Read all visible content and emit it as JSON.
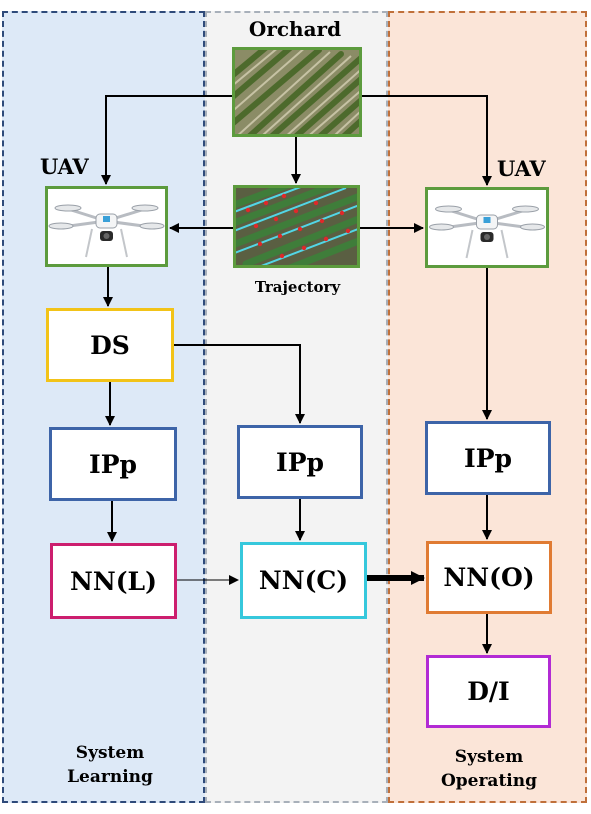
{
  "labels": {
    "orchard": "Orchard",
    "uav_left": "UAV",
    "uav_right": "UAV",
    "trajectory": "Trajectory"
  },
  "nodes": {
    "ds": "DS",
    "ipp_left": "IPp",
    "ipp_center": "IPp",
    "ipp_right": "IPp",
    "nn_l": "NN(L)",
    "nn_c": "NN(C)",
    "nn_o": "NN(O)",
    "di": "D/I"
  },
  "panels": {
    "left_line1": "System",
    "left_line2": "Learning",
    "right_line1": "System",
    "right_line2": "Operating"
  },
  "colors": {
    "ds_border": "#f2c318",
    "ipp_border": "#3d64a8",
    "nn_l_border": "#cc1e6e",
    "nn_c_border": "#36c8dc",
    "nn_o_border": "#e07b33",
    "di_border": "#b22bd4",
    "image_border": "#5c9b3d"
  }
}
